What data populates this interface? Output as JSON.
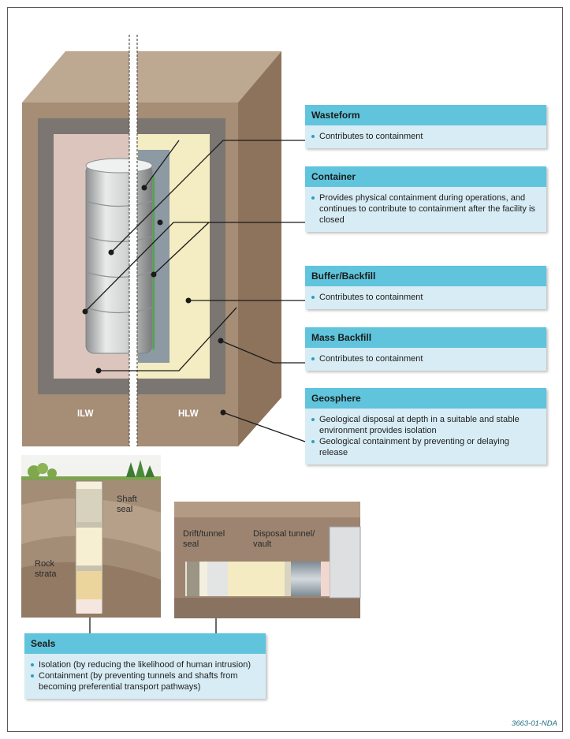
{
  "labels": {
    "ilw": "ILW",
    "hlw": "HLW",
    "shaft_seal": "Shaft\nseal",
    "rock_strata": "Rock\nstrata",
    "drift_tunnel_seal": "Drift/tunnel\nseal",
    "disposal_tunnel_vault": "Disposal tunnel/\nvault"
  },
  "cards": [
    {
      "title": "Wasteform",
      "bullets": [
        "Contributes to containment"
      ]
    },
    {
      "title": "Container",
      "bullets": [
        "Provides physical containment during operations, and continues to contribute to containment after the facility is closed"
      ]
    },
    {
      "title": "Buffer/Backfill",
      "bullets": [
        "Contributes to containment"
      ]
    },
    {
      "title": "Mass Backfill",
      "bullets": [
        "Contributes to containment"
      ]
    },
    {
      "title": "Geosphere",
      "bullets": [
        "Geological disposal at depth in a suitable and stable environment provides isolation",
        "Geological containment by preventing or delaying release"
      ]
    },
    {
      "title": "Seals",
      "bullets": [
        "Isolation (by reducing the likelihood of human intrusion)",
        "Containment (by preventing tunnels and shafts from becoming preferential transport pathways)"
      ]
    }
  ],
  "reference": "3663-01-NDA",
  "colors": {
    "card_header": "#5fc4dc",
    "card_body": "#d7ecf4"
  }
}
